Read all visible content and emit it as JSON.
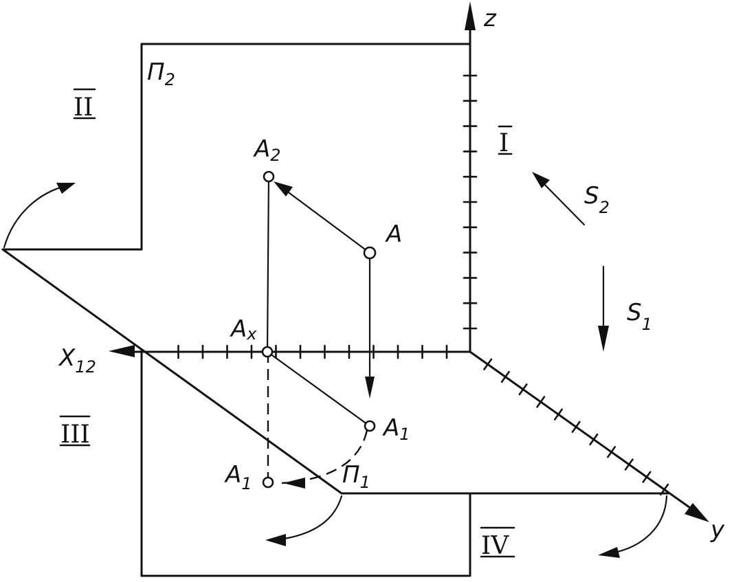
{
  "planes": {
    "frontal": {
      "main": "Π",
      "sub": "2"
    },
    "horizontal": {
      "main": "Π",
      "sub": "1"
    }
  },
  "axes": {
    "z": {
      "main": "z"
    },
    "y": {
      "main": "y"
    },
    "x": {
      "main": "X",
      "sub": "12"
    }
  },
  "octants": {
    "one": "I",
    "two": "II",
    "three": "III",
    "four": "IV"
  },
  "points": {
    "a": {
      "main": "A"
    },
    "a2": {
      "main": "A",
      "sub": "2"
    },
    "ax": {
      "main": "A",
      "sub": "x"
    },
    "a1_oblique": {
      "main": "A",
      "sub": "1"
    },
    "a1_rotated": {
      "main": "A",
      "sub": "1"
    }
  },
  "directions": {
    "s2": {
      "main": "S",
      "sub": "2"
    },
    "s1": {
      "main": "S",
      "sub": "1"
    }
  }
}
